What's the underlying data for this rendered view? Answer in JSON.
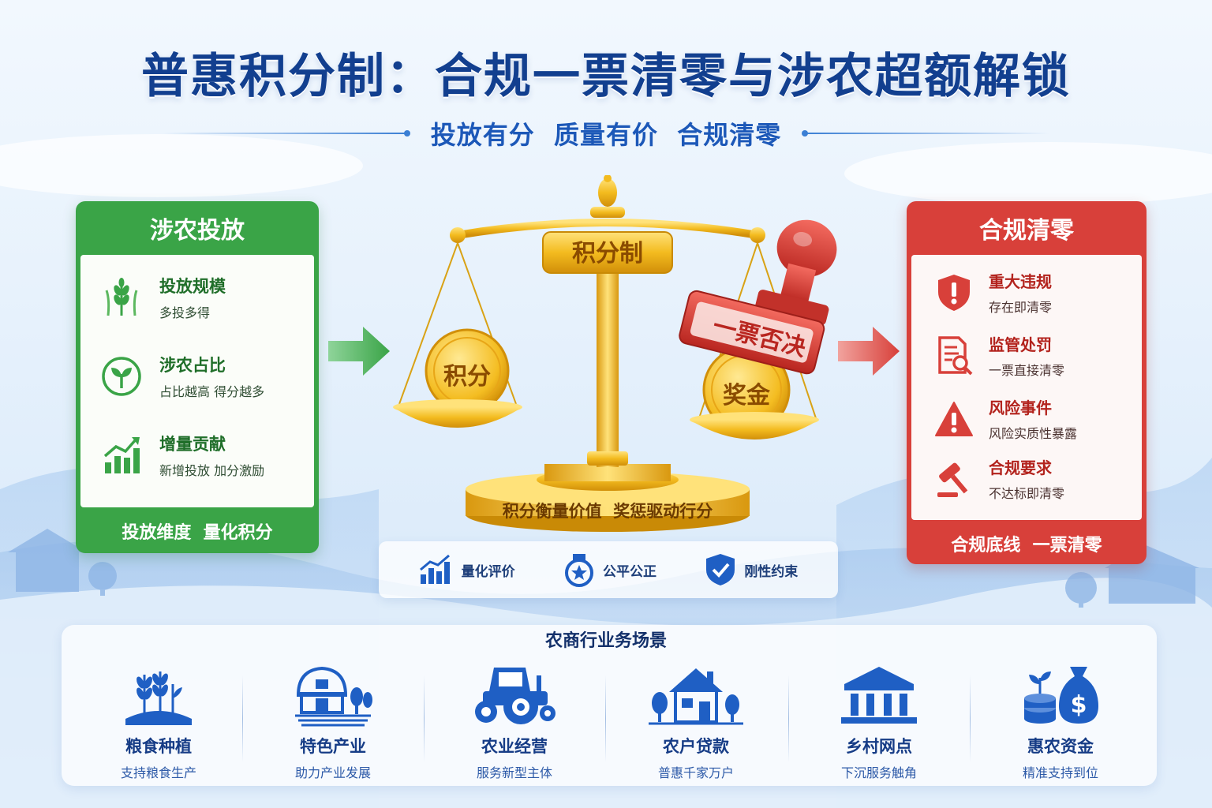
{
  "header": {
    "title": "普惠积分制：合规一票清零与涉农超额解锁",
    "subtitle": "投放有分  质量有价  合规清零"
  },
  "left_panel": {
    "title": "涉农投放",
    "items": [
      {
        "icon": "wheat-icon",
        "title": "投放规模",
        "desc": "多投多得"
      },
      {
        "icon": "sprout-circle-icon",
        "title": "涉农占比",
        "desc": "占比越高 得分越多"
      },
      {
        "icon": "growth-chart-icon",
        "title": "增量贡献",
        "desc": "新增投放 加分激励"
      }
    ],
    "footer": "投放维度  量化积分"
  },
  "scale": {
    "top_label": "积分制",
    "left_pan_label": "积分",
    "right_pan_label": "奖金",
    "stamp_label": "一票否决",
    "base_label": "积分衡量价值  奖惩驱动行分"
  },
  "right_panel": {
    "title": "合规清零",
    "items": [
      {
        "icon": "shield-alert-icon",
        "title": "重大违规",
        "desc": "存在即清零"
      },
      {
        "icon": "document-search-icon",
        "title": "监管处罚",
        "desc": "一票直接清零"
      },
      {
        "icon": "warning-triangle-icon",
        "title": "风险事件",
        "desc": "风险实质性暴露"
      },
      {
        "icon": "gavel-icon",
        "title": "合规要求",
        "desc": "不达标即清零"
      }
    ],
    "footer": "合规底线  一票清零"
  },
  "features": [
    {
      "icon": "bar-chart-icon",
      "label": "量化评价"
    },
    {
      "icon": "medal-icon",
      "label": "公平公正"
    },
    {
      "icon": "shield-check-icon",
      "label": "刚性约束"
    }
  ],
  "scenarios": {
    "title": "农商行业务场景",
    "items": [
      {
        "icon": "grain-field-icon",
        "name": "粮食种植",
        "desc": "支持粮食生产"
      },
      {
        "icon": "barn-icon",
        "name": "特色产业",
        "desc": "助力产业发展"
      },
      {
        "icon": "tractor-icon",
        "name": "农业经营",
        "desc": "服务新型主体"
      },
      {
        "icon": "farmhouse-icon",
        "name": "农户贷款",
        "desc": "普惠千家万户"
      },
      {
        "icon": "bank-icon",
        "name": "乡村网点",
        "desc": "下沉服务触角"
      },
      {
        "icon": "money-bag-icon",
        "name": "惠农资金",
        "desc": "精准支持到位"
      }
    ]
  },
  "colors": {
    "title": "#123f8f",
    "green": "#3aa447",
    "red": "#d8403a",
    "gold": "#f3bb1f",
    "blue": "#1f5fc4"
  }
}
